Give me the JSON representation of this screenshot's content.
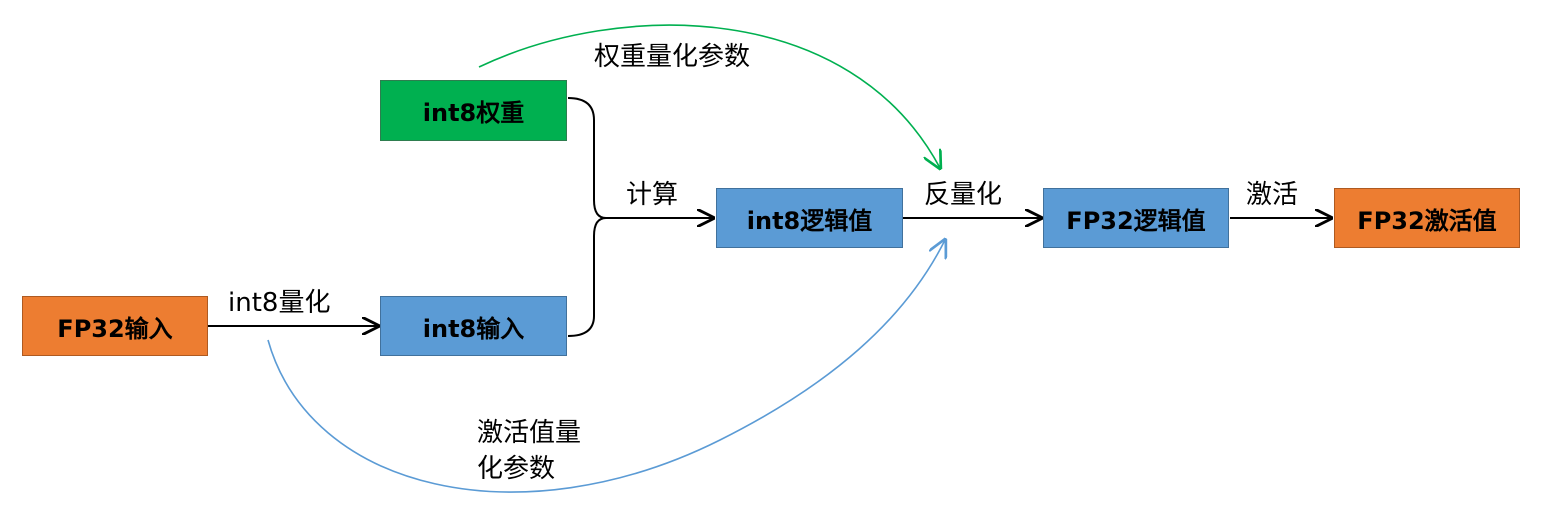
{
  "nodes": {
    "fp32_input": "FP32输入",
    "int8_weight": "int8权重",
    "int8_input": "int8输入",
    "int8_logit": "int8逻辑值",
    "fp32_logit": "FP32逻辑值",
    "fp32_activation": "FP32激活值"
  },
  "edge_labels": {
    "int8_quantize": "int8量化",
    "compute": "计算",
    "dequantize": "反量化",
    "activate": "激活",
    "weight_quant_params": "权重量化参数",
    "activation_quant_params_line1": "激活值量",
    "activation_quant_params_line2": "化参数"
  },
  "colors": {
    "blue_box": "#5b9bd5",
    "green_box": "#00b050",
    "orange_box": "#ed7d31",
    "weight_curve": "#00b050",
    "activation_curve": "#5b9bd5",
    "arrow": "#000000"
  }
}
